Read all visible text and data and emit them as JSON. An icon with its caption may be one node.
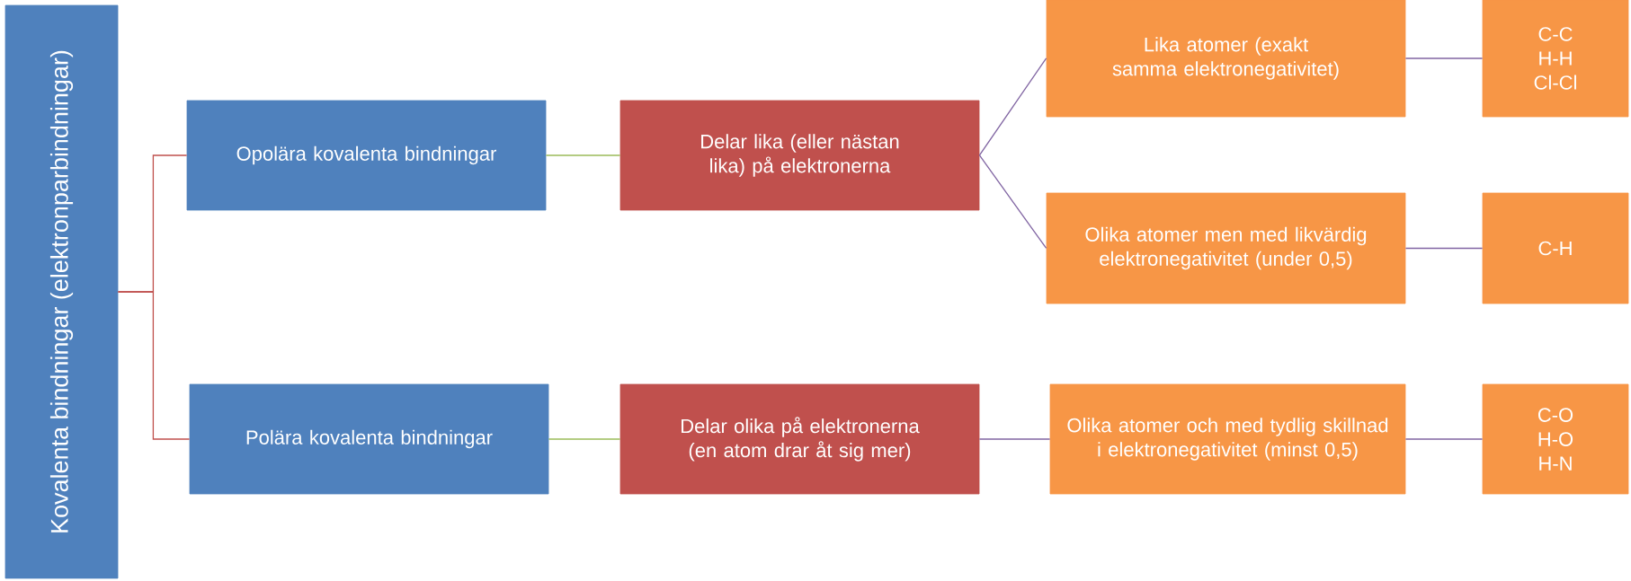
{
  "diagram": {
    "nodes": [
      {
        "text": [
          "Kovalenta bindningar (elektronparbindningar)"
        ]
      },
      {
        "text": [
          "Opolära kovalenta bindningar"
        ]
      },
      {
        "text": [
          "Polära kovalenta bindningar"
        ]
      },
      {
        "text": [
          "Delar lika (eller nästan lika) på elektronerna"
        ]
      },
      {
        "text": [
          "Delar olika på elektronerna (en atom drar åt sig mer)"
        ]
      },
      {
        "text": [
          "Lika atomer (exakt samma elektronegativitet)"
        ]
      },
      {
        "text": [
          "Olika atomer men med likvärdig elektronegativitet (under 0,5)"
        ]
      },
      {
        "text": [
          "Olika atomer och med tydlig skillnad i elektronegativitet (minst 0,5)"
        ]
      },
      {
        "text": [
          "C-C",
          "H-H",
          "Cl-Cl"
        ]
      },
      {
        "text": [
          "C-H"
        ]
      },
      {
        "text": [
          "C-O",
          "H-O",
          "H-N"
        ]
      }
    ],
    "edges": [
      {
        "from": 0,
        "to": 1,
        "arrow": "none",
        "color": "#c0504d"
      },
      {
        "from": 0,
        "to": 2,
        "arrow": "none",
        "color": "#c0504d"
      },
      {
        "from": 1,
        "to": 3,
        "arrow": "none",
        "color": "#9bbb59"
      },
      {
        "from": 2,
        "to": 4,
        "arrow": "none",
        "color": "#9bbb59"
      },
      {
        "from": 3,
        "to": 5,
        "arrow": "none"
      },
      {
        "from": 3,
        "to": 6,
        "arrow": "none"
      },
      {
        "from": 4,
        "to": 7,
        "arrow": "none"
      },
      {
        "from": 5,
        "to": 8,
        "arrow": "none"
      },
      {
        "from": 6,
        "to": 9,
        "arrow": "none"
      },
      {
        "from": 7,
        "to": 10,
        "arrow": "none"
      }
    ]
  }
}
